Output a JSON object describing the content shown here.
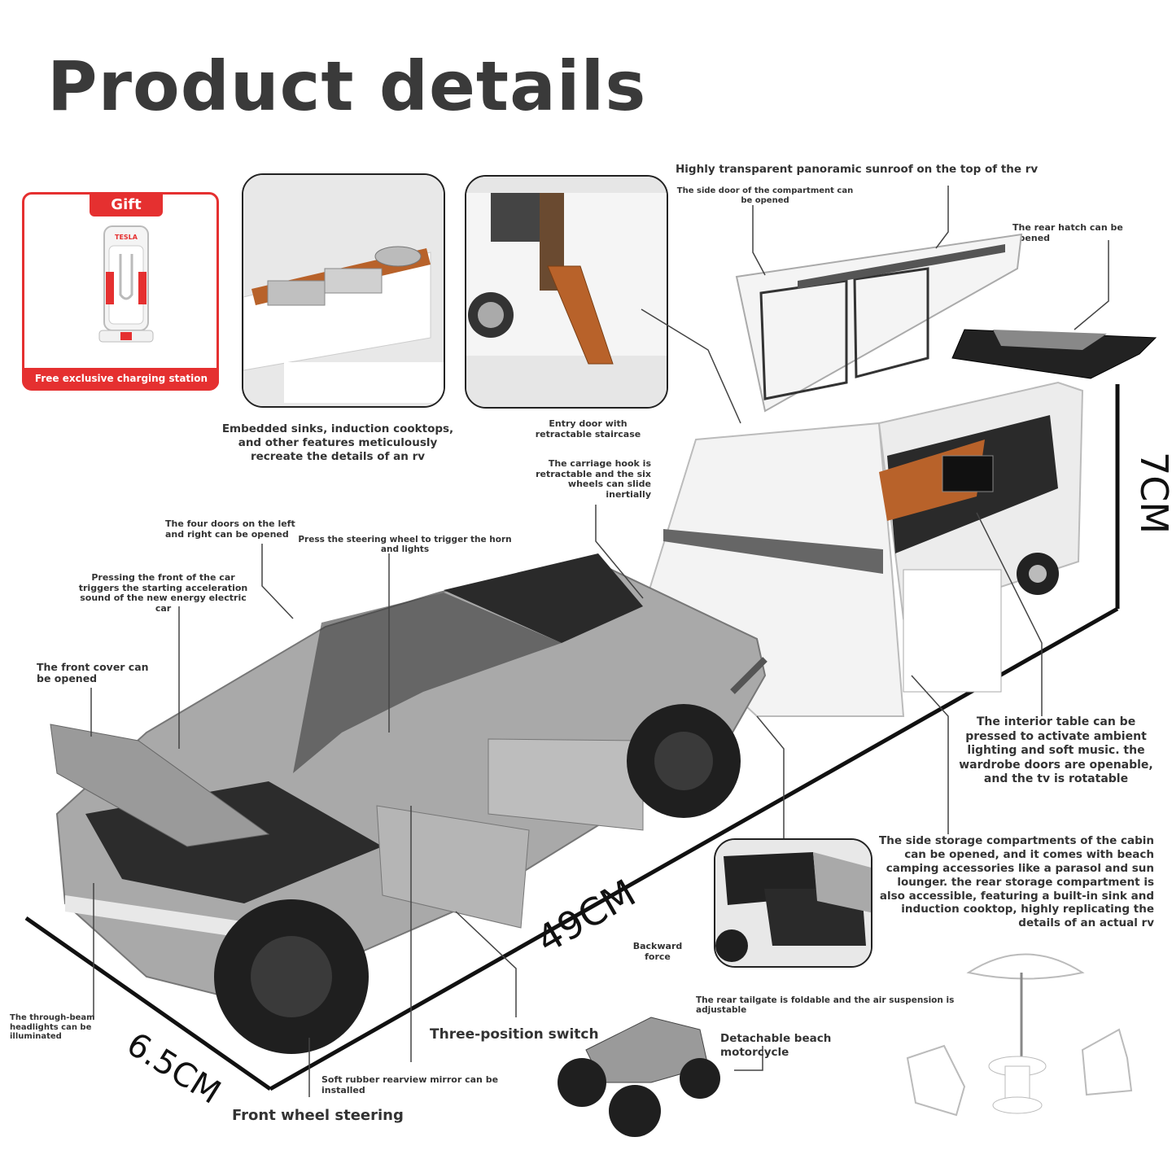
{
  "title": "Product details",
  "gift": {
    "tab_label": "Gift",
    "station_logo": "TESLA",
    "caption": "Free exclusive charging station"
  },
  "captions": {
    "sinks": "Embedded sinks, induction cooktops, and other features meticulously recreate the details of an rv",
    "entry_door": "Entry door with retractable staircase",
    "sunroof": "Highly transparent panoramic sunroof on the top of the rv",
    "side_door": "The side door of the compartment can be opened",
    "rear_hatch": "The rear hatch can be opened",
    "carriage_hook": "The carriage hook is retractable and the six wheels can slide inertially",
    "four_doors": "The four doors on the left and right can be opened",
    "steering_horn": "Press the steering wheel to trigger the horn and lights",
    "acceleration_sound": "Pressing the front of the car triggers the starting acceleration sound of the new energy electric car",
    "front_cover": "The front cover can be opened",
    "interior_table": "The interior table can be pressed to activate ambient lighting and soft music. the wardrobe doors are openable, and the tv is rotatable",
    "side_storage": "The side storage compartments of the cabin can be opened, and it comes with beach camping accessories like a parasol and sun lounger. the rear storage compartment is also accessible, featuring a built-in sink and induction cooktop, highly replicating the details of an actual rv",
    "backward_force": "Backward force",
    "tailgate": "The rear tailgate is foldable and the air suspension is adjustable",
    "headlights": "The through-beam headlights can be illuminated",
    "three_position": "Three-position switch",
    "beach_motorcycle": "Detachable beach motorcycle",
    "rearview_mirror": "Soft rubber rearview mirror can be installed",
    "front_wheel": "Front wheel steering"
  },
  "dimensions": {
    "height": "7CM",
    "length": "49CM",
    "width": "6.5CM"
  },
  "colors": {
    "gift_red": "#e53030",
    "title_gray": "#3a3a3a",
    "truck_silver": "#a9a9a9",
    "trailer_white": "#f3f3f3",
    "interior_orange": "#b8622a"
  }
}
